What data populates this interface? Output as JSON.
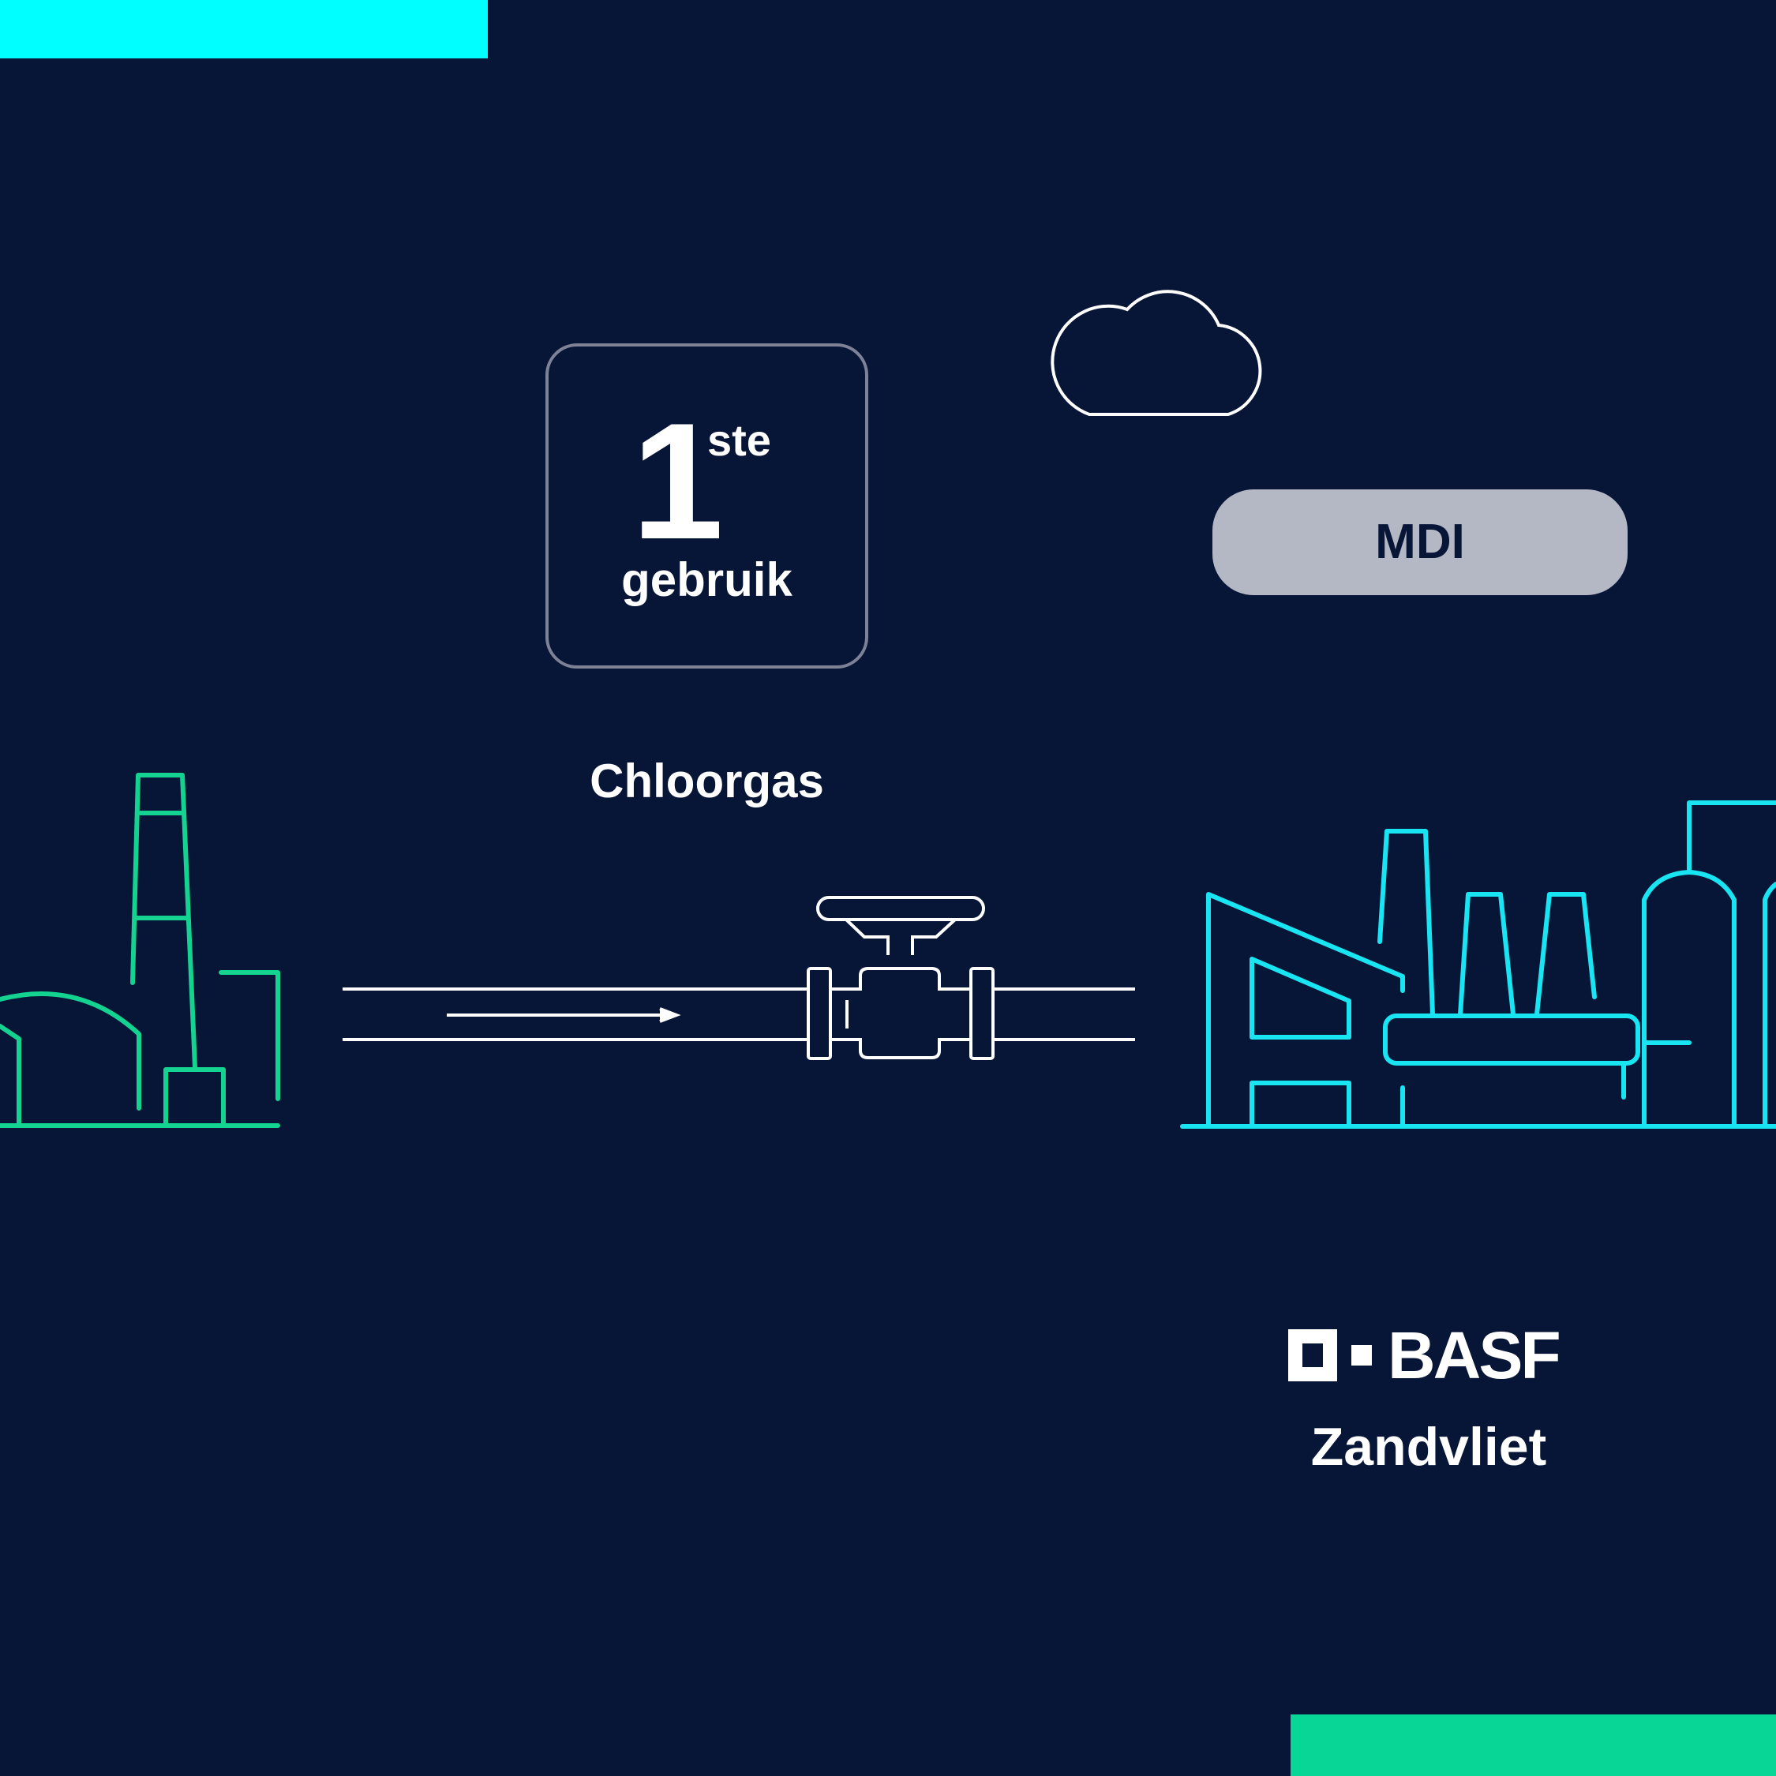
{
  "colors": {
    "background": "#071537",
    "accent_cyan": "#00ffff",
    "accent_green": "#08d697",
    "plant_green": "#14d28f",
    "plant_cyan": "#19e4f2",
    "pipe_white": "#ffffff",
    "pill_grey": "#b4b8c5",
    "box_border": "#7d8296"
  },
  "usage_badge": {
    "number": "1",
    "superscript": "ste",
    "label": "gebruik"
  },
  "pipeline_label": "Chloorgas",
  "product_label": "MDI",
  "destination": {
    "brand": "BASF",
    "site": "Zandvliet"
  },
  "icons": {
    "left_plant": "power-plant-icon",
    "pipe": "pipeline-icon",
    "valve": "valve-icon",
    "flow_arrow": "arrow-right-icon",
    "cloud": "cloud-icon",
    "right_plant": "chemical-factory-icon",
    "logo": "basf-logo-icon"
  }
}
